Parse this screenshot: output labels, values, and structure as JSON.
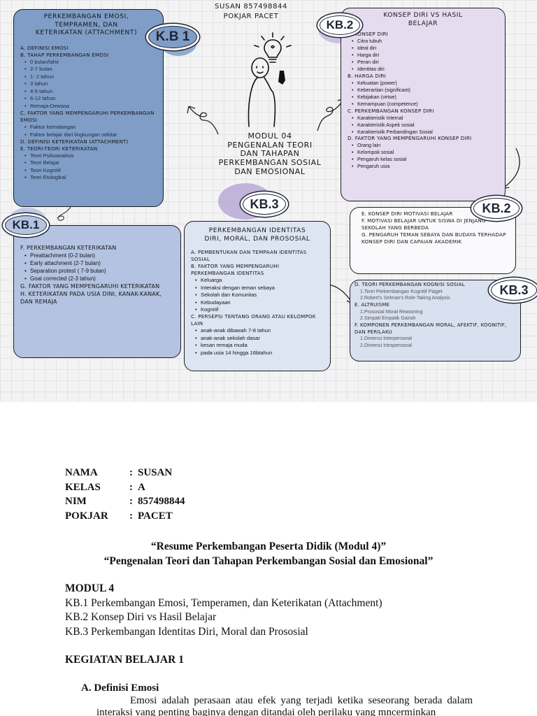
{
  "mindmap": {
    "header": {
      "line1": "SUSAN 857498844",
      "line2": "POKJAR PACET"
    },
    "module_title": [
      "MODUL 04",
      "PENGENALAN TEORI",
      "DAN TAHAPAN",
      "PERKEMBANGAN SOSIAL",
      "DAN EMOSIONAL"
    ],
    "kb1": {
      "tag": "K.B 1",
      "title": [
        "PERKEMBANGAN EMOSI,",
        "TEMPRAMEN, DAN",
        "KETERIKATAN (ATTACHMENT)"
      ],
      "items": [
        {
          "t": "A. DEFINISI EMOSI",
          "l": 1
        },
        {
          "t": "B. TAHAP PERKEMBANGAN EMOSI",
          "l": 1
        },
        {
          "t": "0 bulan/lahir",
          "l": 2
        },
        {
          "t": "2-7 bulan",
          "l": 2
        },
        {
          "t": "1- 2 tahun",
          "l": 2
        },
        {
          "t": "3 tahun",
          "l": 2
        },
        {
          "t": "4-5 tahun",
          "l": 2
        },
        {
          "t": "6-12 tahun",
          "l": 2
        },
        {
          "t": "Remaja-Dewasa",
          "l": 2
        },
        {
          "t": "C. FAKTOR YANG MEMPENGARUHI PERKEMBANGAN EMOSI",
          "l": 1
        },
        {
          "t": "Faktor kematangan",
          "l": 2
        },
        {
          "t": "Faktor belajar dari lingkungan sekitar",
          "l": 2
        },
        {
          "t": "D. DEFINISI KETERIKATAN (ATTACHMENT)",
          "l": 1
        },
        {
          "t": "E. TEORI-TEORI KETERIKATAN",
          "l": 1
        },
        {
          "t": "Teori Psikoanalisis",
          "l": 2
        },
        {
          "t": "Teori Belajar",
          "l": 2
        },
        {
          "t": "Teori Kognitif",
          "l": 2
        },
        {
          "t": "Teori Etologikal",
          "l": 2
        }
      ]
    },
    "kb1b": {
      "tag": "KB.1",
      "items": [
        {
          "t": "F. PERKEMBANGAN KETERIKATAN",
          "l": 1
        },
        {
          "t": "Preattachment (0-2 bulan)",
          "l": 2
        },
        {
          "t": "Early attachment (2-7 bulan)",
          "l": 2
        },
        {
          "t": "Separation protest ( 7-9 bulan)",
          "l": 2
        },
        {
          "t": "Goal corrected (2-3 tahun)",
          "l": 2
        },
        {
          "t": "G. FAKTOR YANG MEMPENGARUHI KETERIKATAN",
          "l": 1
        },
        {
          "t": "H. KETERIKATAN PADA USIA DINI, KANAK-KANAK, DAN REMAJA",
          "l": 1
        }
      ]
    },
    "kb2": {
      "tag": "KB.2",
      "title": [
        "KONSEP DIRI VS HASIL",
        "BELAJAR"
      ],
      "items": [
        {
          "t": "A. KONSEP DIRI",
          "l": 1
        },
        {
          "t": "Citra tubuh",
          "l": 2
        },
        {
          "t": "Ideal diri",
          "l": 2
        },
        {
          "t": "Harga diri",
          "l": 2
        },
        {
          "t": "Peran diri",
          "l": 2
        },
        {
          "t": "Identitas diri",
          "l": 2
        },
        {
          "t": "B. HARGA DIRI",
          "l": 1
        },
        {
          "t": "Kekuatan (power)",
          "l": 2
        },
        {
          "t": "Keberartian (significant)",
          "l": 2
        },
        {
          "t": "Kebijakan (virtue)",
          "l": 2
        },
        {
          "t": "Kemampuan (competence)",
          "l": 2
        },
        {
          "t": "C. PERKEMBANGAN KONSEP DIRI",
          "l": 1
        },
        {
          "t": "Karakteristik Internal",
          "l": 2
        },
        {
          "t": "Karakteristik Aspek sosial",
          "l": 2
        },
        {
          "t": "Karakteristik Perbandingan Sosial",
          "l": 2
        },
        {
          "t": "D. FAKTOR YANG MEMPENGARUHI KONSEP DIRI",
          "l": 1
        },
        {
          "t": "Orang lain",
          "l": 2
        },
        {
          "t": "Kelompok sosial",
          "l": 2
        },
        {
          "t": "Pengaruh kelas sosial",
          "l": 2
        },
        {
          "t": "Pengaruh usia",
          "l": 2
        }
      ]
    },
    "kb2b": {
      "tag": "KB.2",
      "items": [
        {
          "t": "E. KONSEP DIRI MOTIVASI BELAJAR",
          "l": 1
        },
        {
          "t": "F. MOTIVASI BELAJAR UNTUK SISWA DI JENJANG SEKOLAH YANG BERBEDA",
          "l": 1
        },
        {
          "t": "G. PENGARUH TEMAN SEBAYA DAN BUDAYA TERHADAP KONSEP DIRI DAN CAPAIAN AKADEMIK",
          "l": 1
        }
      ]
    },
    "kb3": {
      "tag": "KB.3",
      "title": [
        "PERKEMBANGAN IDENTITAS",
        "DIRI, MORAL, DAN PROSOSIAL"
      ],
      "items": [
        {
          "t": "A. PEMBENTUKAN DAN TEMPAAN IDENTITAS SOSIAL",
          "l": 1
        },
        {
          "t": "B. FAKTOR YANG MEMPENGARUHI PERKEMBANGAN IDENTITAS",
          "l": 1
        },
        {
          "t": "Keluarga",
          "l": 2
        },
        {
          "t": "Interaksi dengan teman sebaya",
          "l": 2
        },
        {
          "t": "Sekolah dan Komunitas",
          "l": 2
        },
        {
          "t": "Kebudayaan",
          "l": 2
        },
        {
          "t": "Kognitif",
          "l": 2
        },
        {
          "t": "C. PERSEPSI TENTANG ORANG ATAU KELOMPOK LAIN",
          "l": 1
        },
        {
          "t": "anak-anak dibawah 7-8 tahun",
          "l": 2
        },
        {
          "t": "anak-anak sekolah dasar",
          "l": 2
        },
        {
          "t": "kesan remaja muda",
          "l": 2
        },
        {
          "t": "pada usia 14 hingga 16btahun",
          "l": 2
        }
      ]
    },
    "kb3b": {
      "tag": "KB.3",
      "items": [
        {
          "t": "D. TEORI PERKEMBANGAN KOGNISI SOSIAL",
          "l": 1
        },
        {
          "t": "1.Teori Perkembangan Kognitif Piaget",
          "l": 3
        },
        {
          "t": "2.Robert's Selman's Role-Taking Analysis",
          "l": 3
        },
        {
          "t": "E. ALTRUISME",
          "l": 1
        },
        {
          "t": "1.Prososial Moral Reasoning",
          "l": 3
        },
        {
          "t": "2.Simpati Empatik Gairah",
          "l": 3
        },
        {
          "t": "F. KOMPONEN PERKEMBANGAN MORAL, AFEKTIF, KOGNITIF, DAN PERILAKU",
          "l": 1
        },
        {
          "t": "1.Dimensi Interpersonal",
          "l": 3
        },
        {
          "t": "2.Dimensi Intrapersonal",
          "l": 3
        }
      ]
    }
  },
  "document": {
    "identity": [
      {
        "label": "NAMA",
        "value": "SUSAN"
      },
      {
        "label": "KELAS",
        "value": "A"
      },
      {
        "label": "NIM",
        "value": "857498844"
      },
      {
        "label": "POKJAR",
        "value": "PACET"
      }
    ],
    "title_line1": "“Resume Perkembangan Peserta Didik (Modul 4)”",
    "title_line2": "“Pengenalan Teori dan Tahapan Perkembangan Sosial dan Emosional”",
    "module_heading": "MODUL 4",
    "module_items": [
      "KB.1 Perkembangan Emosi, Temperamen, dan Keterikatan (Attachment)",
      "KB.2 Konsep Diri vs Hasil Belajar",
      "KB.3 Perkembangan Identitas Diri, Moral dan Prososial"
    ],
    "kegiatan_heading": "KEGIATAN BELAJAR 1",
    "section_a_heading": "A.  Definisi Emosi",
    "section_a_text": "Emosi adalah perasaan atau efek yang terjadi ketika seseorang berada dalam interaksi yang penting baginya dengan ditandai oleh perilaku yang mncerminkan"
  }
}
